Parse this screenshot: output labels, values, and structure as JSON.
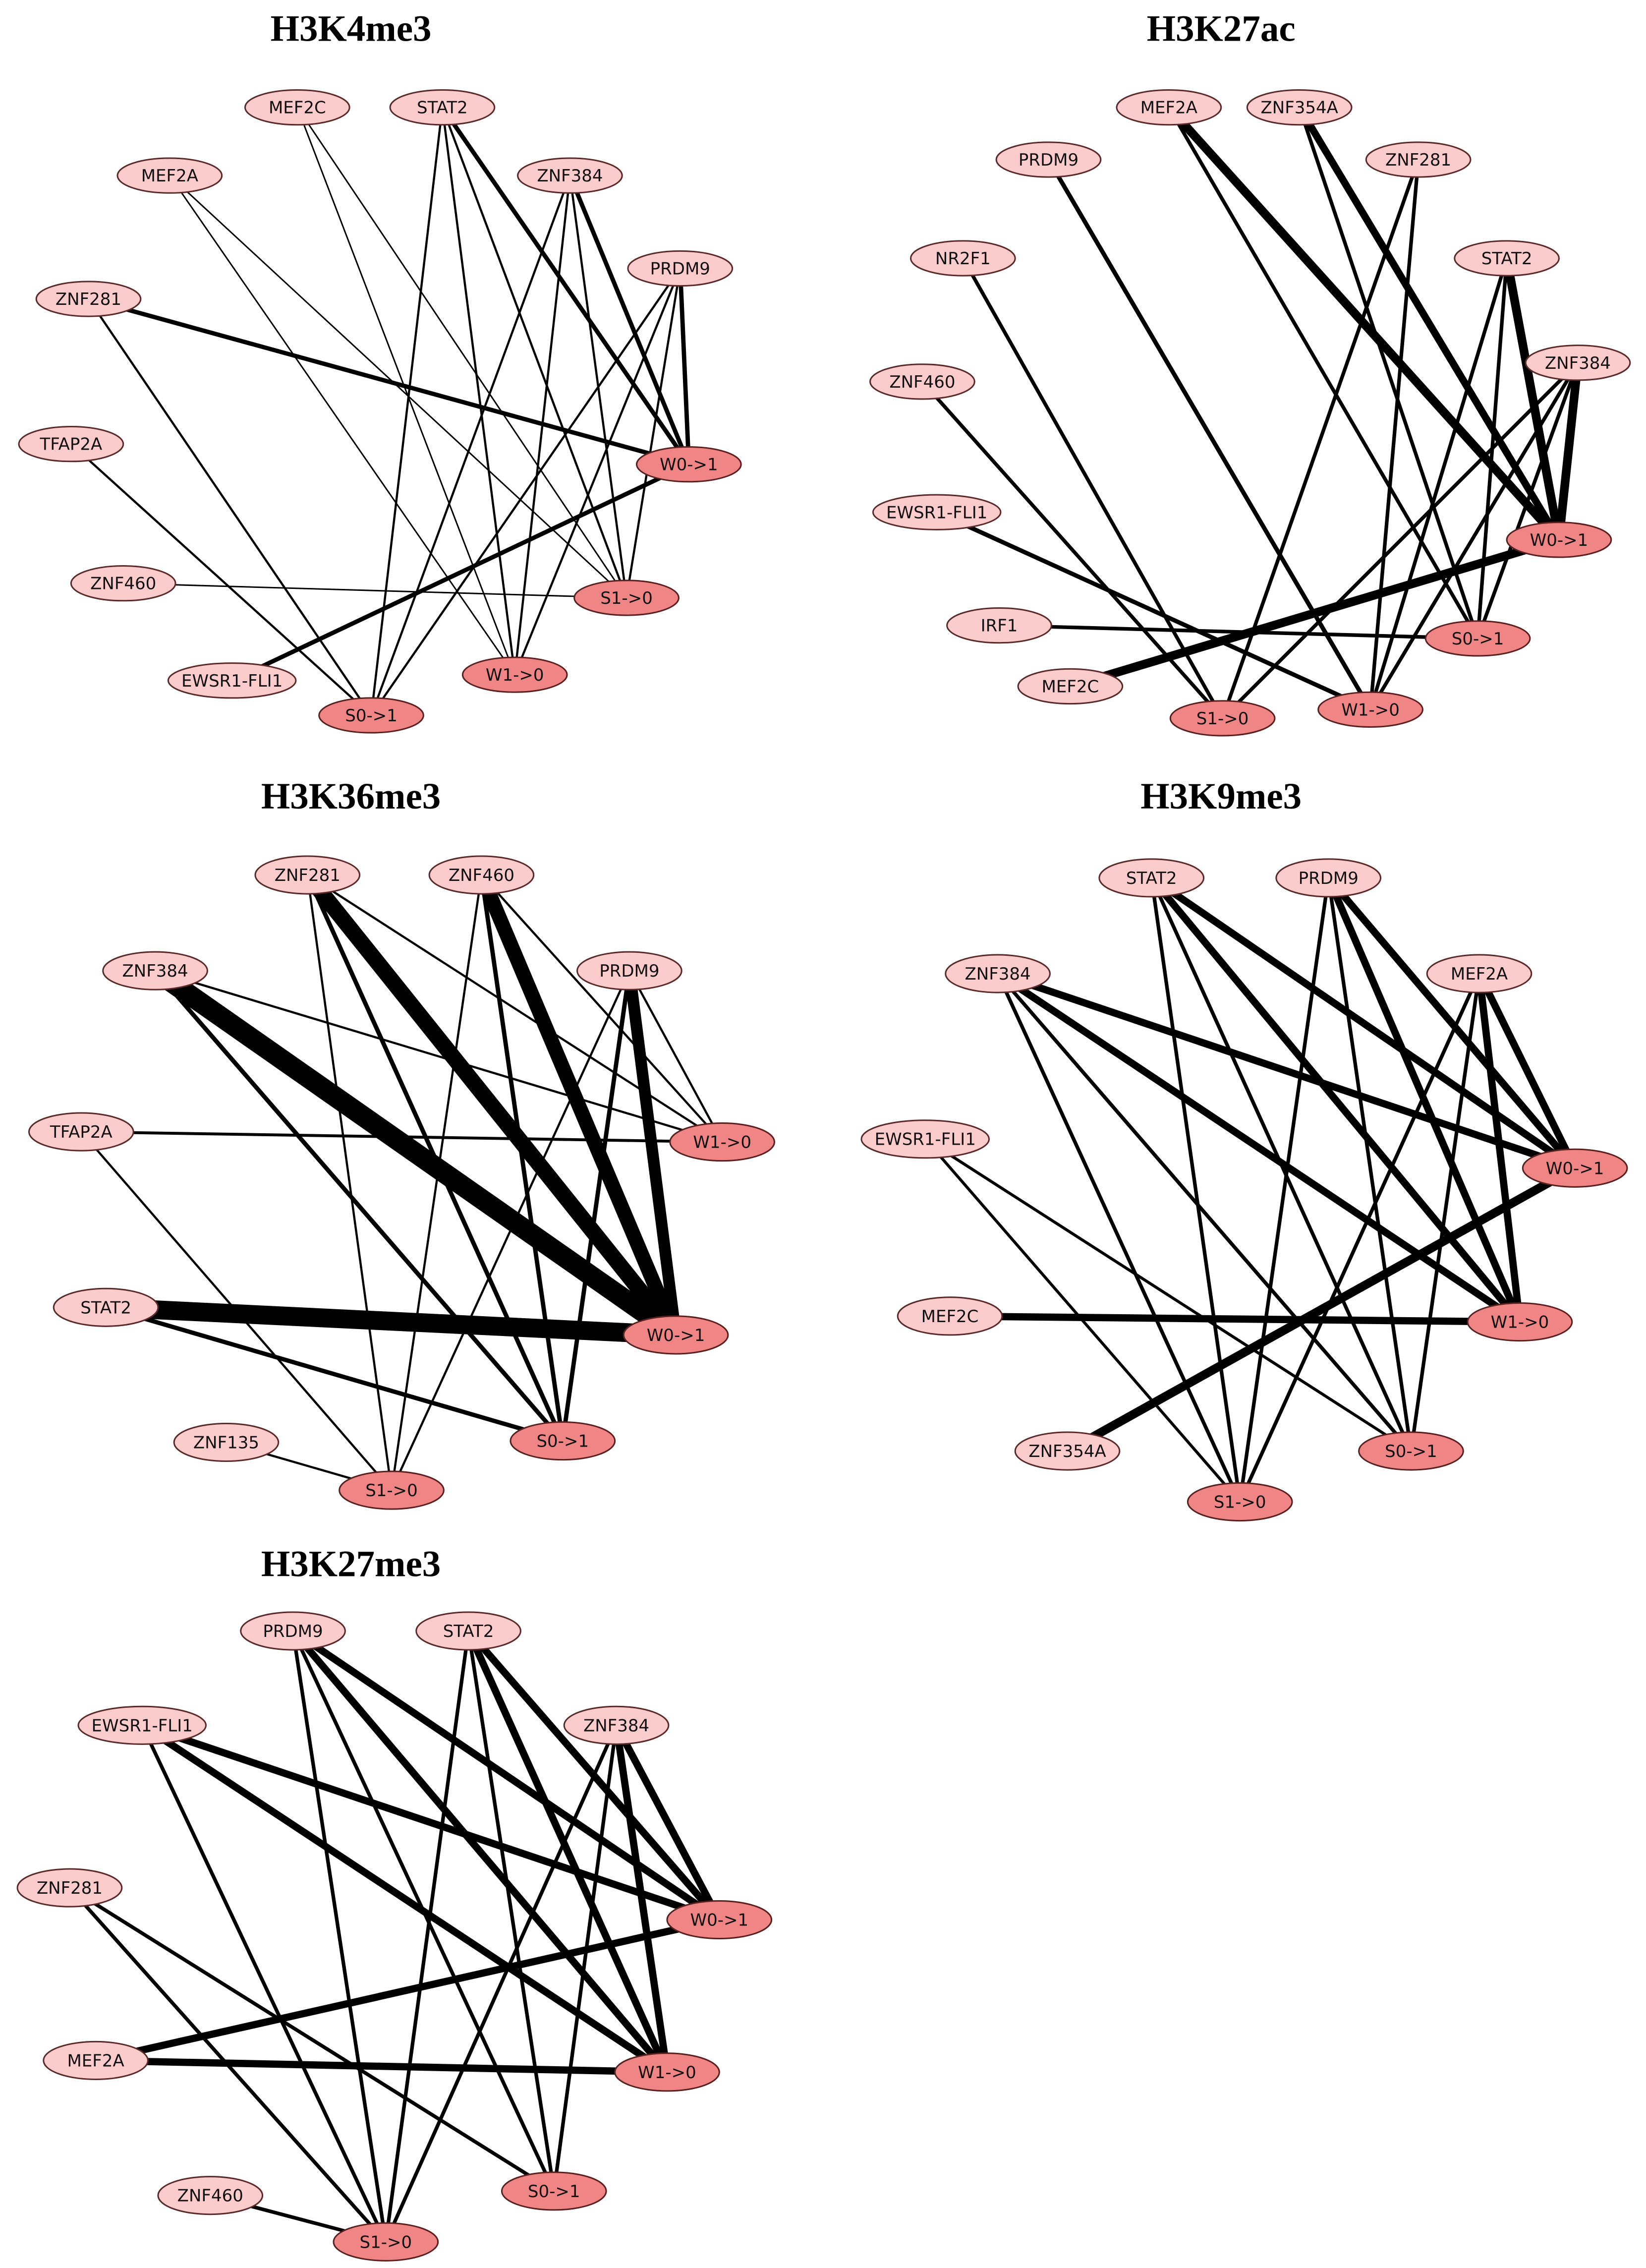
{
  "colors": {
    "tf_fill": "#fccccc",
    "state_fill": "#ef8585",
    "edge": "#000000"
  },
  "panels": [
    {
      "title": "H3K4me3",
      "nodes": [
        {
          "id": "MEF2C",
          "label": "MEF2C",
          "kind": "tf"
        },
        {
          "id": "STAT2",
          "label": "STAT2",
          "kind": "tf"
        },
        {
          "id": "MEF2A",
          "label": "MEF2A",
          "kind": "tf"
        },
        {
          "id": "ZNF384",
          "label": "ZNF384",
          "kind": "tf"
        },
        {
          "id": "PRDM9",
          "label": "PRDM9",
          "kind": "tf"
        },
        {
          "id": "ZNF281",
          "label": "ZNF281",
          "kind": "tf"
        },
        {
          "id": "TFAP2A",
          "label": "TFAP2A",
          "kind": "tf"
        },
        {
          "id": "W01",
          "label": "W0->1",
          "kind": "state"
        },
        {
          "id": "ZNF460",
          "label": "ZNF460",
          "kind": "tf"
        },
        {
          "id": "S10",
          "label": "S1->0",
          "kind": "state"
        },
        {
          "id": "EWSR1",
          "label": "EWSR1-FLI1",
          "kind": "tf"
        },
        {
          "id": "W10",
          "label": "W1->0",
          "kind": "state"
        },
        {
          "id": "S01",
          "label": "S0->1",
          "kind": "state"
        }
      ],
      "edges": [
        {
          "from": "MEF2C",
          "to": "W10",
          "weight": 1
        },
        {
          "from": "MEF2C",
          "to": "S10",
          "weight": 1
        },
        {
          "from": "STAT2",
          "to": "W01",
          "weight": 3
        },
        {
          "from": "STAT2",
          "to": "W10",
          "weight": 1.5
        },
        {
          "from": "STAT2",
          "to": "S01",
          "weight": 1.5
        },
        {
          "from": "STAT2",
          "to": "S10",
          "weight": 1.5
        },
        {
          "from": "MEF2A",
          "to": "S10",
          "weight": 1
        },
        {
          "from": "MEF2A",
          "to": "W10",
          "weight": 1
        },
        {
          "from": "ZNF384",
          "to": "W01",
          "weight": 3
        },
        {
          "from": "ZNF384",
          "to": "S10",
          "weight": 1.5
        },
        {
          "from": "ZNF384",
          "to": "W10",
          "weight": 1.5
        },
        {
          "from": "ZNF384",
          "to": "S01",
          "weight": 1.5
        },
        {
          "from": "PRDM9",
          "to": "W01",
          "weight": 3
        },
        {
          "from": "PRDM9",
          "to": "S01",
          "weight": 1.5
        },
        {
          "from": "PRDM9",
          "to": "W10",
          "weight": 1.5
        },
        {
          "from": "PRDM9",
          "to": "S10",
          "weight": 1.5
        },
        {
          "from": "ZNF281",
          "to": "W01",
          "weight": 3
        },
        {
          "from": "ZNF281",
          "to": "S01",
          "weight": 1.5
        },
        {
          "from": "TFAP2A",
          "to": "S01",
          "weight": 1.5
        },
        {
          "from": "ZNF460",
          "to": "S10",
          "weight": 1
        },
        {
          "from": "W01",
          "to": "EWSR1",
          "weight": 3
        }
      ]
    },
    {
      "title": "H3K27ac",
      "nodes": [
        {
          "id": "MEF2A",
          "label": "MEF2A",
          "kind": "tf"
        },
        {
          "id": "ZNF354A",
          "label": "ZNF354A",
          "kind": "tf"
        },
        {
          "id": "PRDM9",
          "label": "PRDM9",
          "kind": "tf"
        },
        {
          "id": "ZNF281",
          "label": "ZNF281",
          "kind": "tf"
        },
        {
          "id": "NR2F1",
          "label": "NR2F1",
          "kind": "tf"
        },
        {
          "id": "STAT2",
          "label": "STAT2",
          "kind": "tf"
        },
        {
          "id": "ZNF460",
          "label": "ZNF460",
          "kind": "tf"
        },
        {
          "id": "ZNF384",
          "label": "ZNF384",
          "kind": "tf"
        },
        {
          "id": "EWSR1",
          "label": "EWSR1-FLI1",
          "kind": "tf"
        },
        {
          "id": "W01",
          "label": "W0->1",
          "kind": "state"
        },
        {
          "id": "IRF1",
          "label": "IRF1",
          "kind": "tf"
        },
        {
          "id": "S01",
          "label": "S0->1",
          "kind": "state"
        },
        {
          "id": "MEF2C",
          "label": "MEF2C",
          "kind": "tf"
        },
        {
          "id": "W10",
          "label": "W1->0",
          "kind": "state"
        },
        {
          "id": "S10",
          "label": "S1->0",
          "kind": "state"
        }
      ],
      "edges": [
        {
          "from": "MEF2A",
          "to": "W01",
          "weight": 6
        },
        {
          "from": "MEF2A",
          "to": "S01",
          "weight": 2.5
        },
        {
          "from": "ZNF354A",
          "to": "W01",
          "weight": 5
        },
        {
          "from": "ZNF354A",
          "to": "S01",
          "weight": 2.5
        },
        {
          "from": "ZNF281",
          "to": "S10",
          "weight": 2.5
        },
        {
          "from": "ZNF281",
          "to": "W10",
          "weight": 2.5
        },
        {
          "from": "PRDM9",
          "to": "W10",
          "weight": 3
        },
        {
          "from": "NR2F1",
          "to": "S10",
          "weight": 2.5
        },
        {
          "from": "STAT2",
          "to": "W01",
          "weight": 6
        },
        {
          "from": "STAT2",
          "to": "W10",
          "weight": 2.5
        },
        {
          "from": "STAT2",
          "to": "S01",
          "weight": 2.5
        },
        {
          "from": "ZNF384",
          "to": "W01",
          "weight": 6
        },
        {
          "from": "ZNF384",
          "to": "S01",
          "weight": 2.5
        },
        {
          "from": "ZNF384",
          "to": "W10",
          "weight": 2.5
        },
        {
          "from": "ZNF384",
          "to": "S10",
          "weight": 2.5
        },
        {
          "from": "ZNF460",
          "to": "S10",
          "weight": 2.5
        },
        {
          "from": "EWSR1",
          "to": "W10",
          "weight": 3
        },
        {
          "from": "IRF1",
          "to": "S01",
          "weight": 2.5
        },
        {
          "from": "W01",
          "to": "MEF2C",
          "weight": 6
        }
      ]
    },
    {
      "title": "H3K36me3",
      "nodes": [
        {
          "id": "ZNF281",
          "label": "ZNF281",
          "kind": "tf"
        },
        {
          "id": "ZNF460",
          "label": "ZNF460",
          "kind": "tf"
        },
        {
          "id": "ZNF384",
          "label": "ZNF384",
          "kind": "tf"
        },
        {
          "id": "PRDM9",
          "label": "PRDM9",
          "kind": "tf"
        },
        {
          "id": "TFAP2A",
          "label": "TFAP2A",
          "kind": "tf"
        },
        {
          "id": "W10",
          "label": "W1->0",
          "kind": "state"
        },
        {
          "id": "STAT2",
          "label": "STAT2",
          "kind": "tf"
        },
        {
          "id": "W01",
          "label": "W0->1",
          "kind": "state"
        },
        {
          "id": "ZNF135",
          "label": "ZNF135",
          "kind": "tf"
        },
        {
          "id": "S01",
          "label": "S0->1",
          "kind": "state"
        },
        {
          "id": "S10",
          "label": "S1->0",
          "kind": "state"
        }
      ],
      "edges": [
        {
          "from": "ZNF384",
          "to": "W01",
          "weight": 14
        },
        {
          "from": "ZNF384",
          "to": "W10",
          "weight": 1.5
        },
        {
          "from": "ZNF384",
          "to": "S01",
          "weight": 3
        },
        {
          "from": "ZNF281",
          "to": "W01",
          "weight": 11
        },
        {
          "from": "ZNF281",
          "to": "W10",
          "weight": 1.5
        },
        {
          "from": "ZNF281",
          "to": "S01",
          "weight": 3
        },
        {
          "from": "ZNF281",
          "to": "S10",
          "weight": 1.5
        },
        {
          "from": "ZNF460",
          "to": "W01",
          "weight": 10
        },
        {
          "from": "ZNF460",
          "to": "W10",
          "weight": 1.5
        },
        {
          "from": "ZNF460",
          "to": "S01",
          "weight": 3
        },
        {
          "from": "ZNF460",
          "to": "S10",
          "weight": 1.5
        },
        {
          "from": "PRDM9",
          "to": "W01",
          "weight": 8
        },
        {
          "from": "PRDM9",
          "to": "W10",
          "weight": 1.5
        },
        {
          "from": "PRDM9",
          "to": "S01",
          "weight": 3
        },
        {
          "from": "PRDM9",
          "to": "S10",
          "weight": 1.5
        },
        {
          "from": "TFAP2A",
          "to": "W10",
          "weight": 2
        },
        {
          "from": "TFAP2A",
          "to": "S10",
          "weight": 1.5
        },
        {
          "from": "STAT2",
          "to": "W01",
          "weight": 13
        },
        {
          "from": "STAT2",
          "to": "S01",
          "weight": 3
        },
        {
          "from": "ZNF135",
          "to": "S10",
          "weight": 1.5
        }
      ]
    },
    {
      "title": "H3K9me3",
      "nodes": [
        {
          "id": "STAT2",
          "label": "STAT2",
          "kind": "tf"
        },
        {
          "id": "PRDM9",
          "label": "PRDM9",
          "kind": "tf"
        },
        {
          "id": "ZNF384",
          "label": "ZNF384",
          "kind": "tf"
        },
        {
          "id": "MEF2A",
          "label": "MEF2A",
          "kind": "tf"
        },
        {
          "id": "EWSR1",
          "label": "EWSR1-FLI1",
          "kind": "tf"
        },
        {
          "id": "W01",
          "label": "W0->1",
          "kind": "state"
        },
        {
          "id": "MEF2C",
          "label": "MEF2C",
          "kind": "tf"
        },
        {
          "id": "W10",
          "label": "W1->0",
          "kind": "state"
        },
        {
          "id": "ZNF354A",
          "label": "ZNF354A",
          "kind": "tf"
        },
        {
          "id": "S01",
          "label": "S0->1",
          "kind": "state"
        },
        {
          "id": "S10",
          "label": "S1->0",
          "kind": "state"
        }
      ],
      "edges": [
        {
          "from": "STAT2",
          "to": "W01",
          "weight": 5
        },
        {
          "from": "STAT2",
          "to": "W10",
          "weight": 5
        },
        {
          "from": "STAT2",
          "to": "S01",
          "weight": 2.5
        },
        {
          "from": "STAT2",
          "to": "S10",
          "weight": 2.5
        },
        {
          "from": "PRDM9",
          "to": "W01",
          "weight": 5
        },
        {
          "from": "PRDM9",
          "to": "W10",
          "weight": 5
        },
        {
          "from": "PRDM9",
          "to": "S01",
          "weight": 2.5
        },
        {
          "from": "PRDM9",
          "to": "S10",
          "weight": 2.5
        },
        {
          "from": "ZNF384",
          "to": "W01",
          "weight": 5
        },
        {
          "from": "ZNF384",
          "to": "W10",
          "weight": 5
        },
        {
          "from": "ZNF384",
          "to": "S01",
          "weight": 2.5
        },
        {
          "from": "ZNF384",
          "to": "S10",
          "weight": 2.5
        },
        {
          "from": "MEF2A",
          "to": "W01",
          "weight": 5
        },
        {
          "from": "MEF2A",
          "to": "W10",
          "weight": 5
        },
        {
          "from": "MEF2A",
          "to": "S01",
          "weight": 2.5
        },
        {
          "from": "MEF2A",
          "to": "S10",
          "weight": 2.5
        },
        {
          "from": "EWSR1",
          "to": "S01",
          "weight": 2
        },
        {
          "from": "EWSR1",
          "to": "S10",
          "weight": 2
        },
        {
          "from": "MEF2C",
          "to": "W10",
          "weight": 5
        },
        {
          "from": "W01",
          "to": "ZNF354A",
          "weight": 6
        }
      ]
    },
    {
      "title": "H3K27me3",
      "nodes": [
        {
          "id": "PRDM9",
          "label": "PRDM9",
          "kind": "tf"
        },
        {
          "id": "STAT2",
          "label": "STAT2",
          "kind": "tf"
        },
        {
          "id": "EWSR1",
          "label": "EWSR1-FLI1",
          "kind": "tf"
        },
        {
          "id": "ZNF384",
          "label": "ZNF384",
          "kind": "tf"
        },
        {
          "id": "ZNF281",
          "label": "ZNF281",
          "kind": "tf"
        },
        {
          "id": "W01",
          "label": "W0->1",
          "kind": "state"
        },
        {
          "id": "MEF2A",
          "label": "MEF2A",
          "kind": "tf"
        },
        {
          "id": "W10",
          "label": "W1->0",
          "kind": "state"
        },
        {
          "id": "ZNF460",
          "label": "ZNF460",
          "kind": "tf"
        },
        {
          "id": "S01",
          "label": "S0->1",
          "kind": "state"
        },
        {
          "id": "S10",
          "label": "S1->0",
          "kind": "state"
        }
      ],
      "edges": [
        {
          "from": "PRDM9",
          "to": "W01",
          "weight": 5
        },
        {
          "from": "PRDM9",
          "to": "W10",
          "weight": 5
        },
        {
          "from": "PRDM9",
          "to": "S01",
          "weight": 2.5
        },
        {
          "from": "PRDM9",
          "to": "S10",
          "weight": 2.5
        },
        {
          "from": "STAT2",
          "to": "W01",
          "weight": 5
        },
        {
          "from": "STAT2",
          "to": "W10",
          "weight": 5
        },
        {
          "from": "STAT2",
          "to": "S01",
          "weight": 2.5
        },
        {
          "from": "STAT2",
          "to": "S10",
          "weight": 2.5
        },
        {
          "from": "EWSR1",
          "to": "W01",
          "weight": 5
        },
        {
          "from": "EWSR1",
          "to": "W10",
          "weight": 5
        },
        {
          "from": "EWSR1",
          "to": "S10",
          "weight": 2.5
        },
        {
          "from": "ZNF384",
          "to": "W01",
          "weight": 5
        },
        {
          "from": "ZNF384",
          "to": "W10",
          "weight": 5
        },
        {
          "from": "ZNF384",
          "to": "S01",
          "weight": 2.5
        },
        {
          "from": "ZNF384",
          "to": "S10",
          "weight": 2.5
        },
        {
          "from": "ZNF281",
          "to": "S01",
          "weight": 2.5
        },
        {
          "from": "ZNF281",
          "to": "S10",
          "weight": 2.5
        },
        {
          "from": "MEF2A",
          "to": "W01",
          "weight": 5
        },
        {
          "from": "MEF2A",
          "to": "W10",
          "weight": 5
        },
        {
          "from": "ZNF460",
          "to": "S10",
          "weight": 2.5
        }
      ]
    }
  ]
}
